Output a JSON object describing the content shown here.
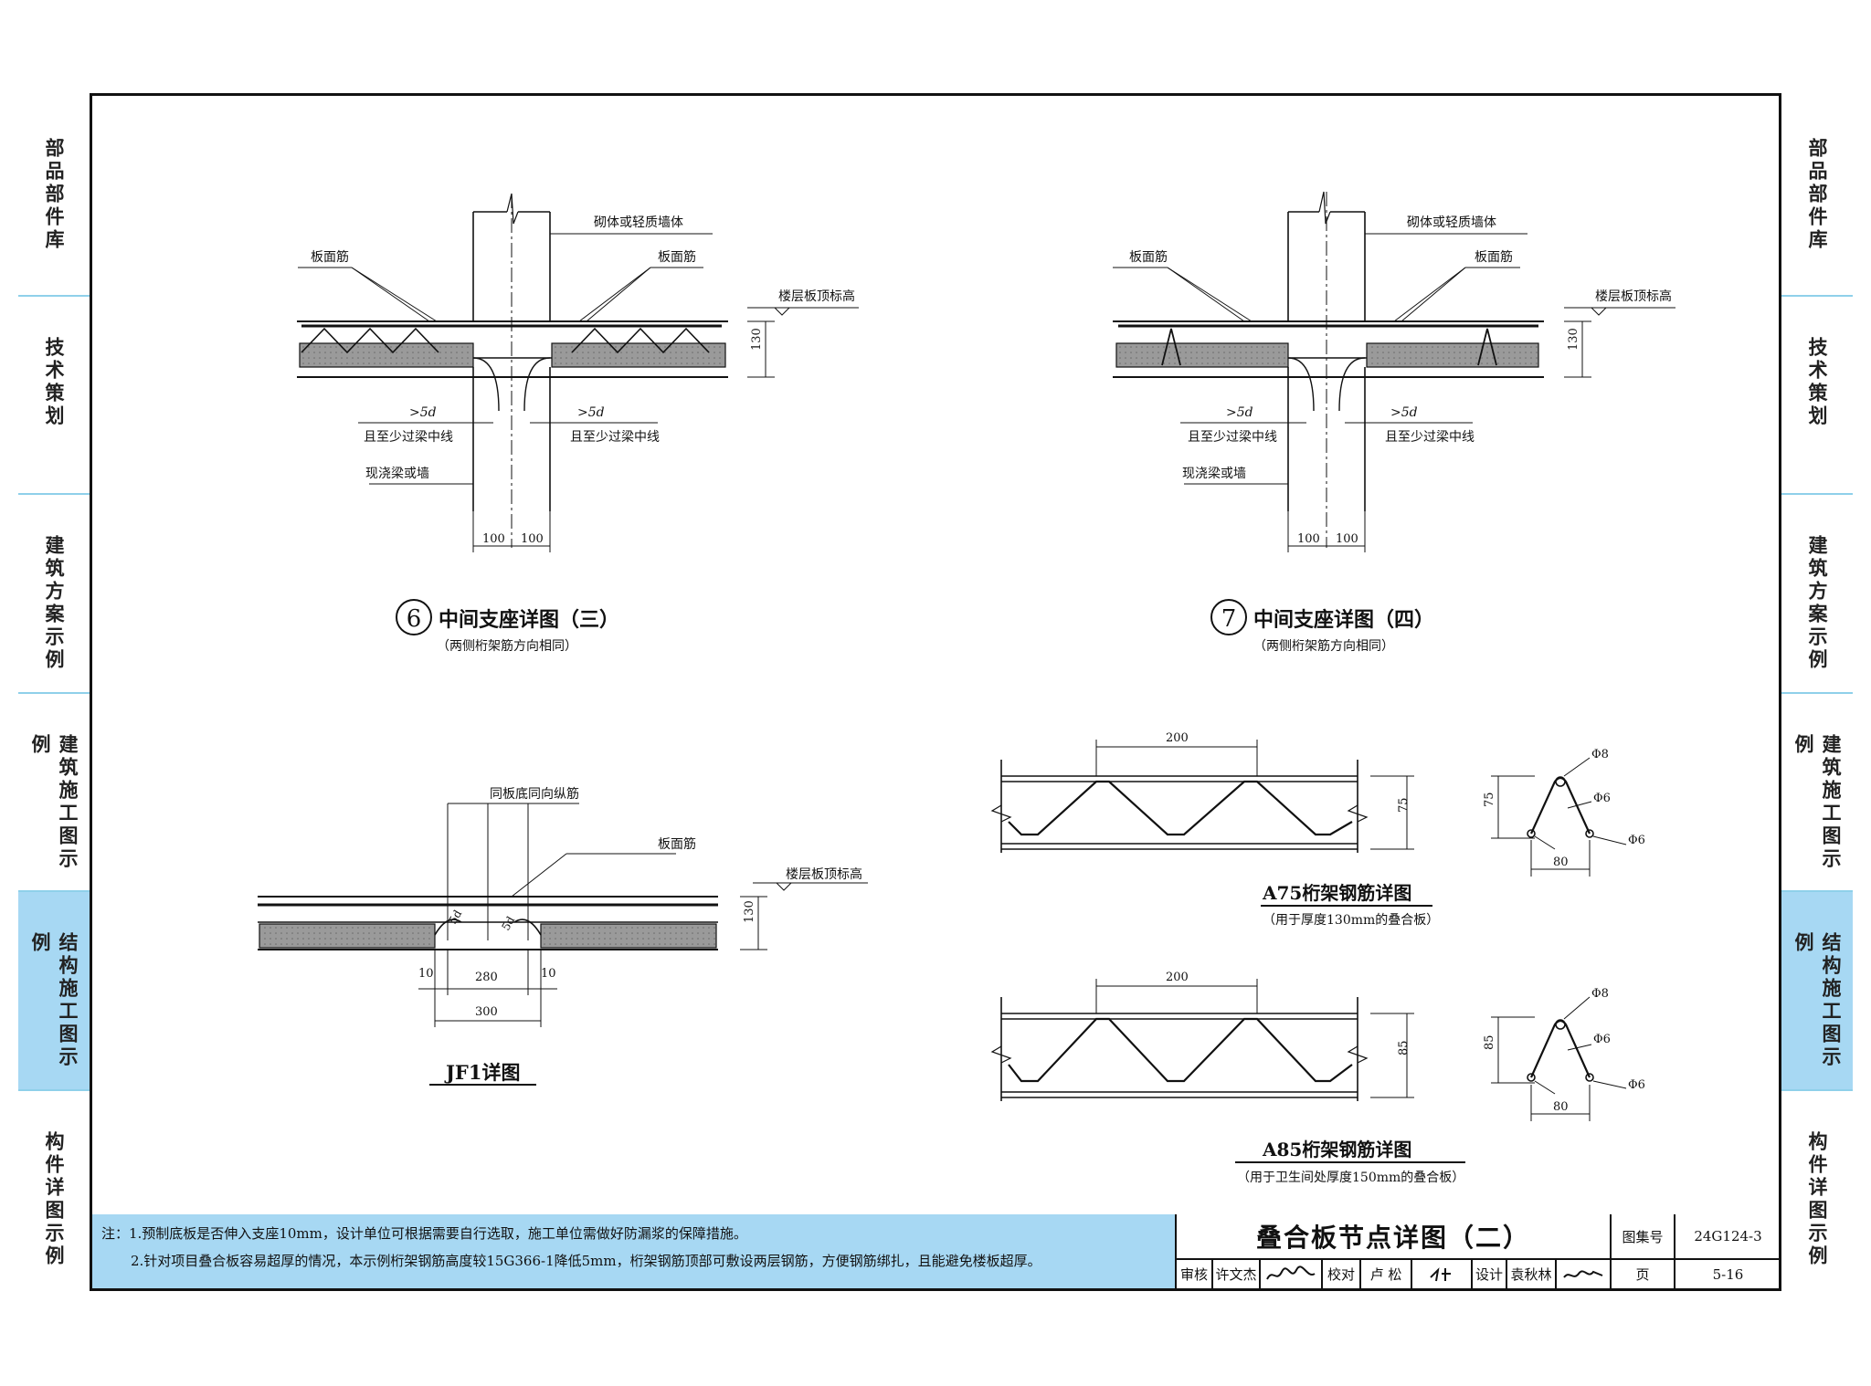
{
  "sidebar": {
    "tabs": [
      {
        "label": "部品部件库",
        "active": false
      },
      {
        "label": "技术策划",
        "active": false
      },
      {
        "label": "建筑方案示例",
        "active": false
      },
      {
        "label": "建筑施工图示例",
        "active": false
      },
      {
        "label": "结构施工图示例",
        "active": true
      },
      {
        "label": "构件详图示例",
        "active": false
      }
    ],
    "accent_color": "#a7d8f3",
    "line_color": "#8fd0ea"
  },
  "detail6": {
    "number": "6",
    "title": "中间支座详图（三）",
    "subtitle": "（两侧桁架筋方向相同）",
    "wall_label": "砌体或轻质墙体",
    "rebar_left": "板面筋",
    "rebar_right": "板面筋",
    "elev_label": "楼层板顶标高",
    "thickness": "130",
    "anchor_left": ">5d",
    "anchor_right": ">5d",
    "beam_note_left": "且至少过梁中线",
    "beam_note_right": "且至少过梁中线",
    "beam_label": "现浇梁或墙",
    "dim_a": "100",
    "dim_b": "100"
  },
  "detail7": {
    "number": "7",
    "title": "中间支座详图（四）",
    "subtitle": "（两侧桁架筋方向相同）",
    "wall_label": "砌体或轻质墙体",
    "rebar_left": "板面筋",
    "rebar_right": "板面筋",
    "elev_label": "楼层板顶标高",
    "thickness": "130",
    "anchor_left": ">5d",
    "anchor_right": ">5d",
    "beam_note_left": "且至少过梁中线",
    "beam_note_right": "且至少过梁中线",
    "beam_label": "现浇梁或墙",
    "dim_a": "100",
    "dim_b": "100"
  },
  "jf1": {
    "title": "JF1详图",
    "bar_label": "同板底同向纵筋",
    "rebar_label": "板面筋",
    "elev_label": "楼层板顶标高",
    "thickness": "130",
    "hook_left": "5d",
    "hook_right": "5d",
    "dim_left": "10",
    "dim_mid": "280",
    "dim_right": "10",
    "dim_total": "300"
  },
  "a75": {
    "title": "A75桁架钢筋详图",
    "subtitle": "（用于厚度130mm的叠合板）",
    "pitch": "200",
    "height": "75",
    "section_height": "75",
    "top_bar": "Φ8",
    "web_bar": "Φ6",
    "bottom_bar": "Φ6",
    "width": "80"
  },
  "a85": {
    "title": "A85桁架钢筋详图",
    "subtitle": "（用于卫生间处厚度150mm的叠合板）",
    "pitch": "200",
    "height": "85",
    "section_height": "85",
    "top_bar": "Φ8",
    "web_bar": "Φ6",
    "bottom_bar": "Φ6",
    "width": "80"
  },
  "notes": {
    "line1": "注：1.预制底板是否伸入支座10mm，设计单位可根据需要自行选取，施工单位需做好防漏浆的保障措施。",
    "line2": "2.针对项目叠合板容易超厚的情况，本示例桁架钢筋高度较15G366-1降低5mm，桁架钢筋顶部可敷设两层钢筋，方便钢筋绑扎，且能避免楼板超厚。"
  },
  "title_block": {
    "drawing_title": "叠合板节点详图（二）",
    "atlas_label": "图集号",
    "atlas_no": "24G124-3",
    "page_label": "页",
    "page_no": "5-16",
    "review_label": "审核",
    "reviewer": "许文杰",
    "check_label": "校对",
    "checker": "卢 松",
    "design_label": "设计",
    "designer": "袁秋林"
  }
}
